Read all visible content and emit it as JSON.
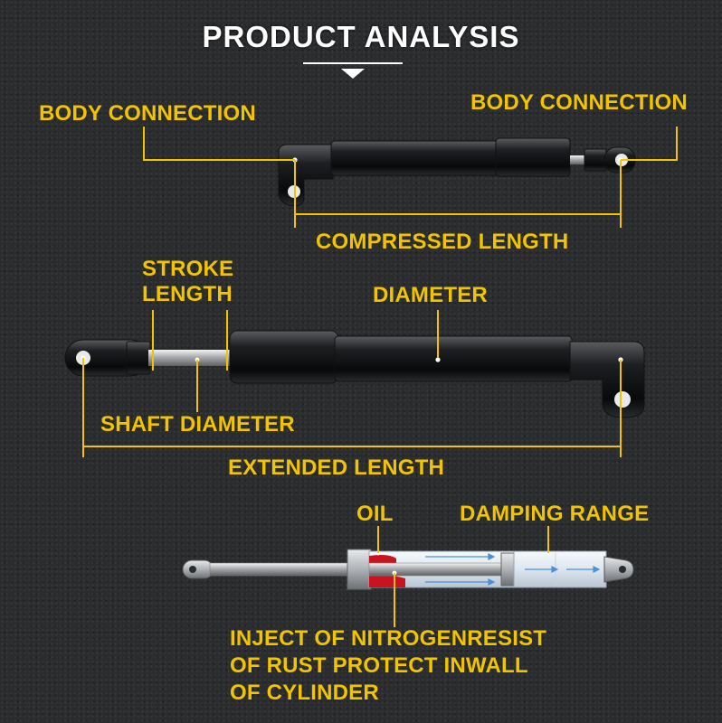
{
  "header": {
    "title": "PRODUCT ANALYSIS"
  },
  "diagram_compressed": {
    "body_connection_left": "BODY CONNECTION",
    "body_connection_right": "BODY CONNECTION",
    "compressed_length": "COMPRESSED LENGTH"
  },
  "diagram_extended": {
    "stroke_length_line1": "STROKE",
    "stroke_length_line2": "LENGTH",
    "diameter": "DIAMETER",
    "shaft_diameter": "SHAFT DIAMETER",
    "extended_length": "EXTENDED LENGTH"
  },
  "diagram_internal": {
    "oil": "OIL",
    "damping_range": "DAMPING RANGE",
    "nitrogen_line1": "INJECT OF NITROGENRESIST",
    "nitrogen_line2": "OF RUST PROTECT INWALL",
    "nitrogen_line3": "OF CYLINDER"
  },
  "colors": {
    "label": "#f2c400",
    "title": "#ffffff",
    "background": "#2b2c2e",
    "oil": "#c8141e",
    "cylinder_glass": "#dfe8f2"
  }
}
